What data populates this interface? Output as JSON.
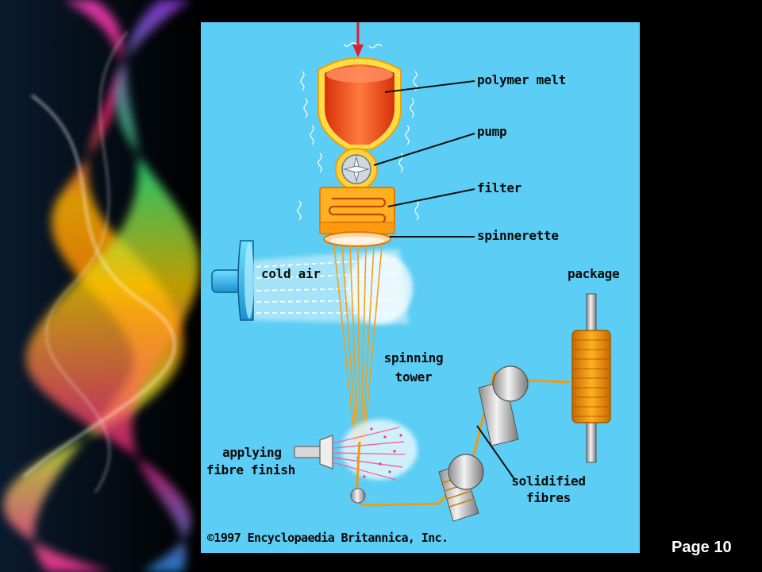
{
  "slide": {
    "page_label": "Page 10",
    "background_color": "#000000"
  },
  "diagram": {
    "panel_color": "#5ccdf4",
    "accent_color": "#f06418",
    "labels": {
      "polymer_melt": "polymer melt",
      "pump": "pump",
      "filter": "filter",
      "spinnerette": "spinnerette",
      "cold_air": "cold air",
      "package": "package",
      "spinning_tower_line1": "spinning",
      "spinning_tower_line2": "tower",
      "applying_line1": "applying",
      "applying_line2": "fibre finish",
      "solidified_line1": "solidified",
      "solidified_line2": "fibres",
      "copyright": "©1997 Encyclopaedia Britannica, Inc."
    }
  }
}
